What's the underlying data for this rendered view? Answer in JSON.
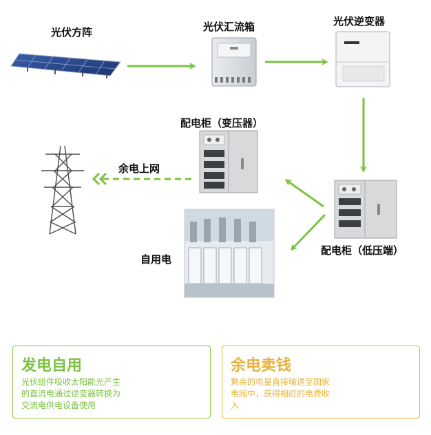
{
  "nodes": {
    "pv_array": "光伏方阵",
    "combiner_box": "光伏汇流箱",
    "inverter": "光伏逆变器",
    "cabinet_transformer": "配电柜（变压器）",
    "cabinet_low_voltage": "配电柜（低压端）",
    "self_use": "自用电",
    "grid_export": "余电上网"
  },
  "cards": {
    "self_use": {
      "title": "发电自用",
      "desc": [
        "光伏组件吸收太阳能光产生",
        "的直流电通过逆变器转换为",
        "交流电供电设备使用"
      ]
    },
    "sell": {
      "title": "余电卖钱",
      "desc": [
        "剩余的电量直接输送至国家",
        "电网中，获得相应的电费收",
        "入"
      ]
    }
  },
  "colors": {
    "arrow_green": "#7cc242",
    "card_green": "#8cc63f",
    "card_gold": "#e8b23a"
  },
  "icons": [
    "solar-panel-icon",
    "combiner-box-icon",
    "inverter-icon",
    "transmission-tower-icon",
    "light-bulb-icon",
    "yen-coin-icon"
  ]
}
